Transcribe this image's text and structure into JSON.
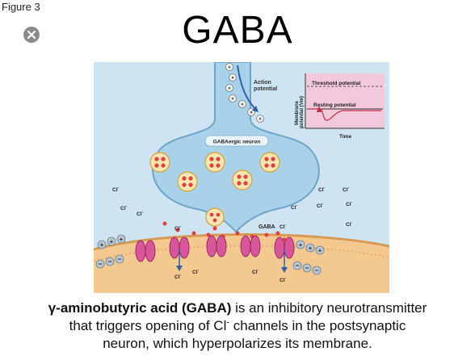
{
  "figure_label": "Figure 3",
  "title": "GABA",
  "diagram": {
    "action_potential_label_1": "Action",
    "action_potential_label_2": "potential",
    "threshold_label": "Threshold potential",
    "resting_label": "Resting potential",
    "y_axis_label_1": "Membrane",
    "y_axis_label_2": "potential (Vm)",
    "x_axis_label": "Time",
    "neuron_label": "GABAergic neuron",
    "gaba_label": "GABA",
    "chloride_label": "Cl",
    "plus_sign": "+",
    "minus_sign": "−"
  },
  "caption": {
    "bold": "γ-aminobutyric acid (GABA)",
    "line1_rest": " is an inhibitory neurotransmitter",
    "line2_a": "that triggers opening of Cl",
    "line2_sup": "-",
    "line2_b": " channels in the postsynaptic",
    "line3": "neuron, which hyperpolarizes its membrane."
  },
  "colors": {
    "diagram_bg": "#cfe4f2",
    "neuron_fill": "#a9d1ea",
    "membrane_fill": "#f4c98f",
    "channel_fill": "#d9569a",
    "vesicle_fill": "#f6e7b0",
    "gaba_dot": "#e0413e",
    "graph_bg": "#f2c9da"
  }
}
